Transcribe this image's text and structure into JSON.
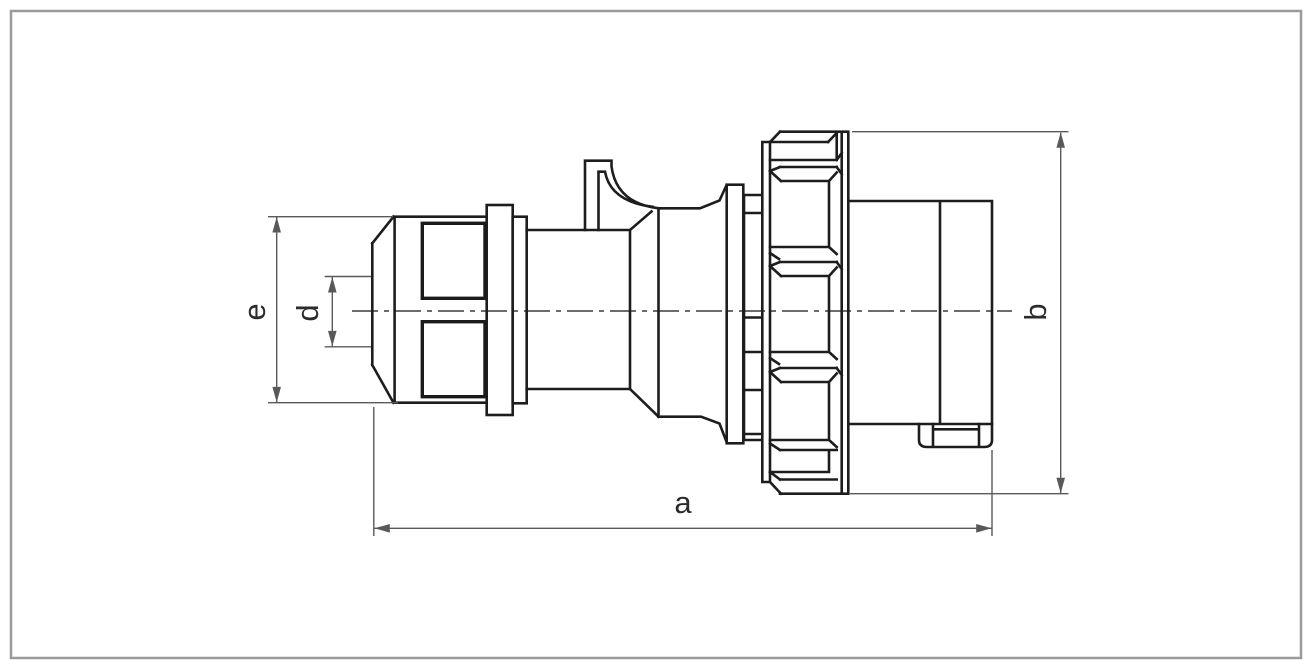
{
  "page": {
    "background": "#ffffff",
    "frame_color": "#9b9b9b"
  },
  "drawing": {
    "line_color": "#1d1d1d",
    "centerline_color": "#3c3c3c",
    "dimension_color": "#58595b"
  },
  "dimensions": {
    "a": {
      "label": "a"
    },
    "b": {
      "label": "b"
    },
    "d": {
      "label": "d"
    },
    "e": {
      "label": "e"
    }
  }
}
